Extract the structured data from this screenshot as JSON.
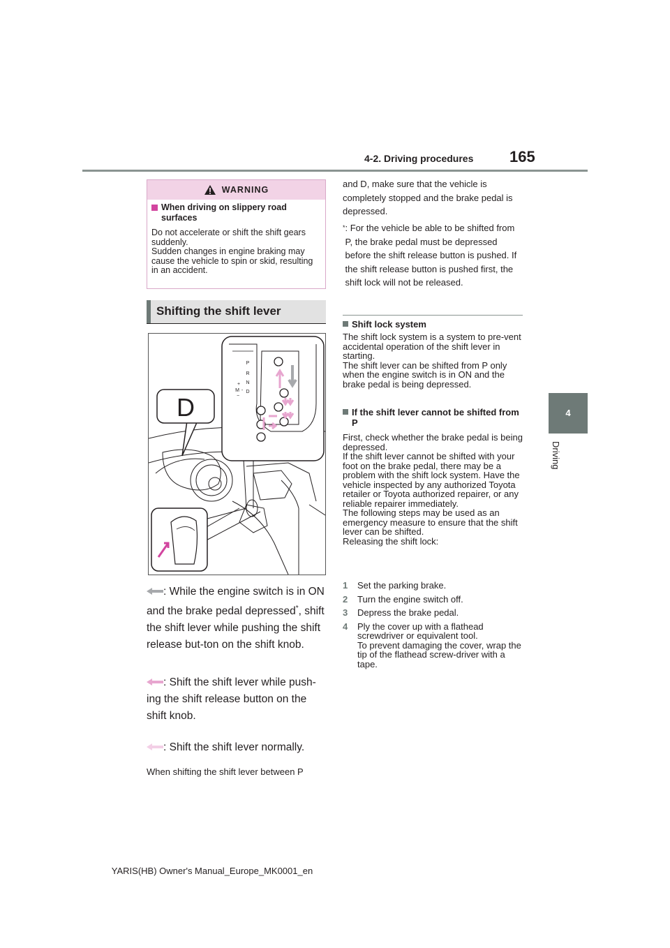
{
  "header": {
    "section": "4-2. Driving procedures",
    "page_number": "165"
  },
  "side_tab": {
    "number": "4",
    "label": "Driving"
  },
  "warning": {
    "title": "WARNING",
    "subhead": "When driving on slippery road surfaces",
    "text": "Do not accelerate or shift the shift gears suddenly.\nSudden changes in engine braking may cause the vehicle to spin or skid, resulting in an accident."
  },
  "section_title": "Shifting the shift lever",
  "figure": {
    "callout": "D",
    "gate_labels": [
      "P",
      "R",
      "N",
      "D",
      "+",
      "M",
      "-",
      "−"
    ],
    "colors": {
      "arrow_grey": "#a7a9ac",
      "arrow_pink": "#e7a6cf",
      "line": "#231f20"
    }
  },
  "legend": {
    "grey_arrow": ": While the engine switch is in ON and the brake pedal depressed",
    "grey_arrow_sup": "*",
    "grey_arrow_cont": ", shift the shift lever while pushing the shift release but-ton on the shift knob.",
    "pink_arrow": ": Shift the shift lever while push-ing the shift release button on the shift knob.",
    "light_arrow": ": Shift the shift lever normally.",
    "between_note": "When shifting the shift lever between P"
  },
  "right": {
    "cont": "and D, make sure that the vehicle is completely stopped and the brake pedal is depressed.",
    "footnote_mark": "*",
    "footnote": ": For the vehicle be able to be shifted from P, the brake pedal must be depressed before the shift release button is pushed. If the shift release button is pushed first, the shift lock will not be released.",
    "shift_lock_head": "Shift lock system",
    "shift_lock_text": "The shift lock system is a system to pre-vent accidental operation of the shift lever in starting.\nThe shift lever can be shifted from P only when the engine switch is in ON and the brake pedal is being depressed.",
    "cannot_head": "If the shift lever cannot be shifted from P",
    "cannot_text": "First, check whether the brake pedal is being depressed.\nIf the shift lever cannot be shifted with your foot on the brake pedal, there may be a problem with the shift lock system. Have the vehicle inspected by any authorized Toyota retailer or Toyota authorized repairer, or any reliable repairer immediately.\nThe following steps may be used as an emergency measure to ensure that the shift lever can be shifted.\nReleasing the shift lock:",
    "steps": [
      {
        "n": "1",
        "text": "Set the parking brake."
      },
      {
        "n": "2",
        "text": "Turn the engine switch off."
      },
      {
        "n": "3",
        "text": "Depress the brake pedal."
      },
      {
        "n": "4",
        "text": "Ply the cover up with a flathead screwdriver or equivalent tool.\nTo prevent damaging the cover, wrap the tip of the flathead screw-driver with a tape."
      }
    ]
  },
  "footer": "YARIS(HB) Owner's Manual_Europe_MK0001_en"
}
